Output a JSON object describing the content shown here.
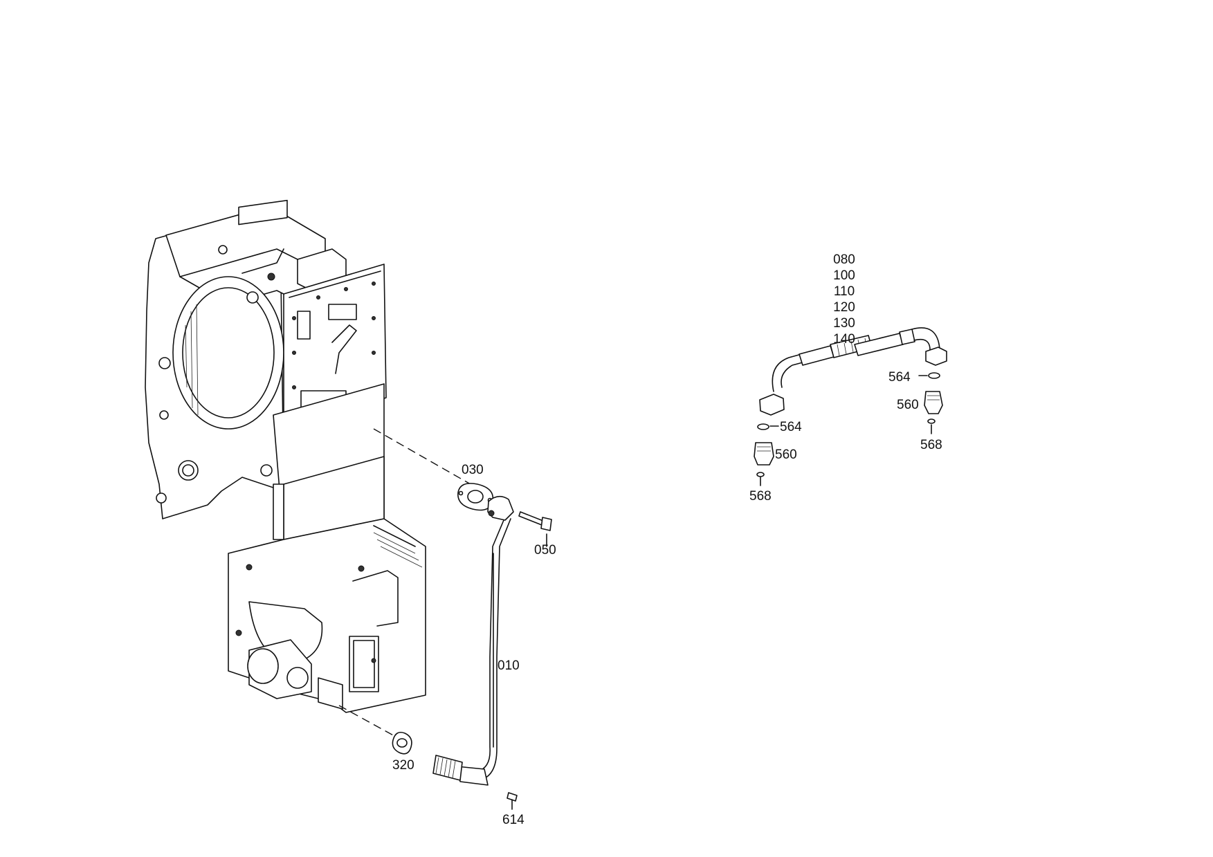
{
  "parts": {
    "p010": "010",
    "p030": "030",
    "p050": "050",
    "p320": "320",
    "p614": "614",
    "p564a": "564",
    "p564b": "564",
    "p560a": "560",
    "p560b": "560",
    "p568a": "568",
    "p568b": "568"
  },
  "hose_variants": [
    "080",
    "100",
    "110",
    "120",
    "130",
    "140"
  ]
}
